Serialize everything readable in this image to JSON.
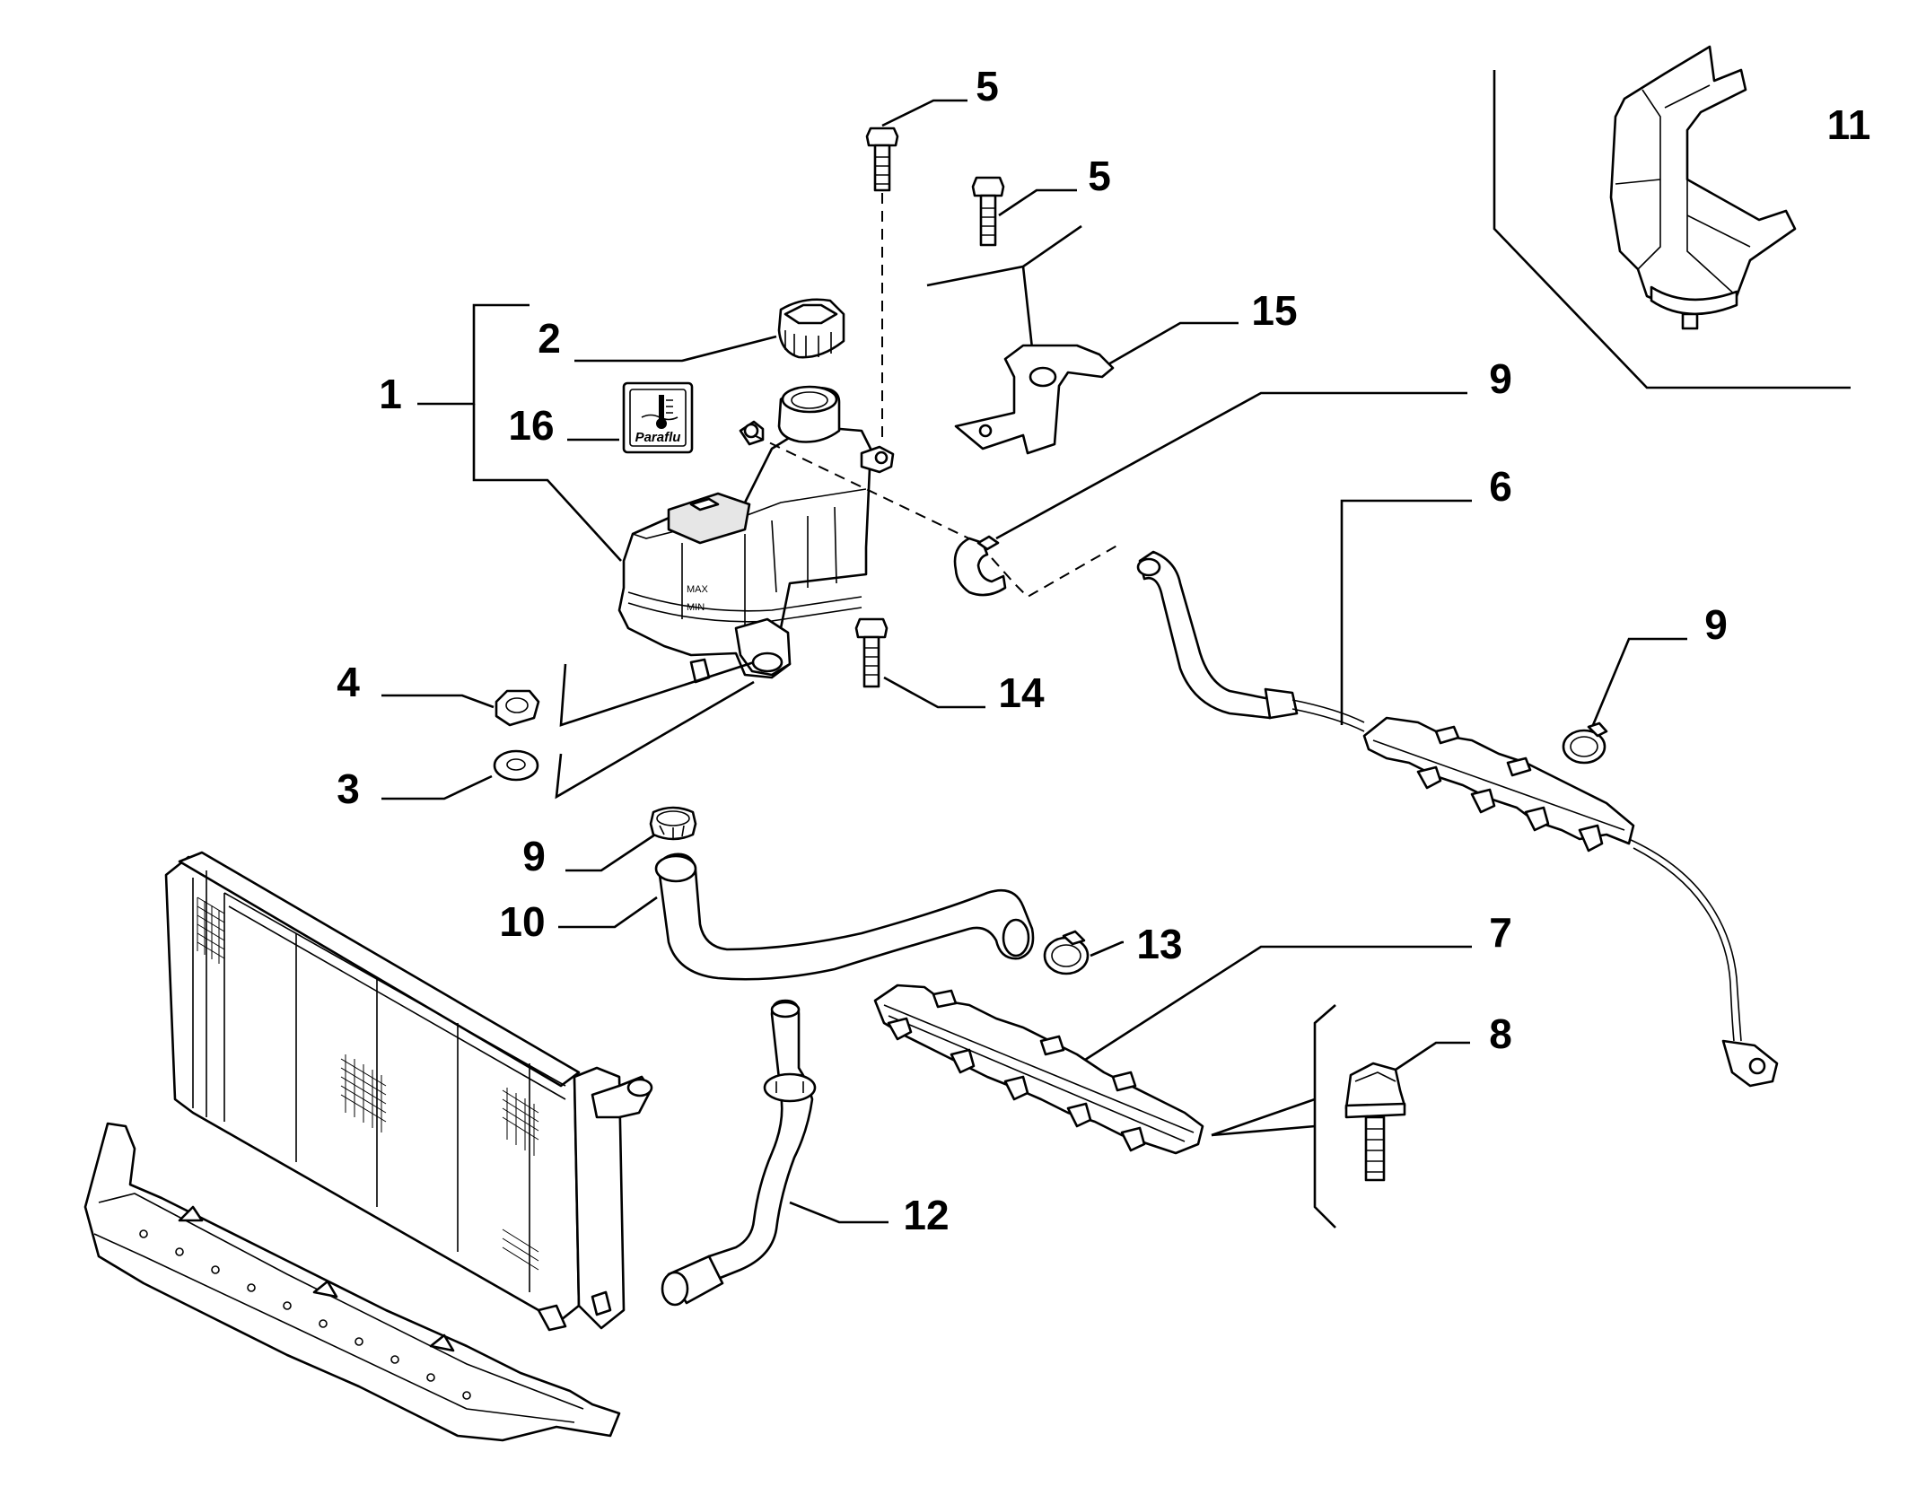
{
  "callouts": {
    "c1": "1",
    "c2": "2",
    "c3": "3",
    "c4": "4",
    "c5a": "5",
    "c5b": "5",
    "c6": "6",
    "c7": "7",
    "c8": "8",
    "c9a": "9",
    "c9b": "9",
    "c9c": "9",
    "c10": "10",
    "c11": "11",
    "c12": "12",
    "c13": "13",
    "c14": "14",
    "c15": "15",
    "c16": "16"
  },
  "labels": {
    "paraflu": "Paraflu",
    "max_mark": "MAX",
    "min_mark": "MIN"
  }
}
